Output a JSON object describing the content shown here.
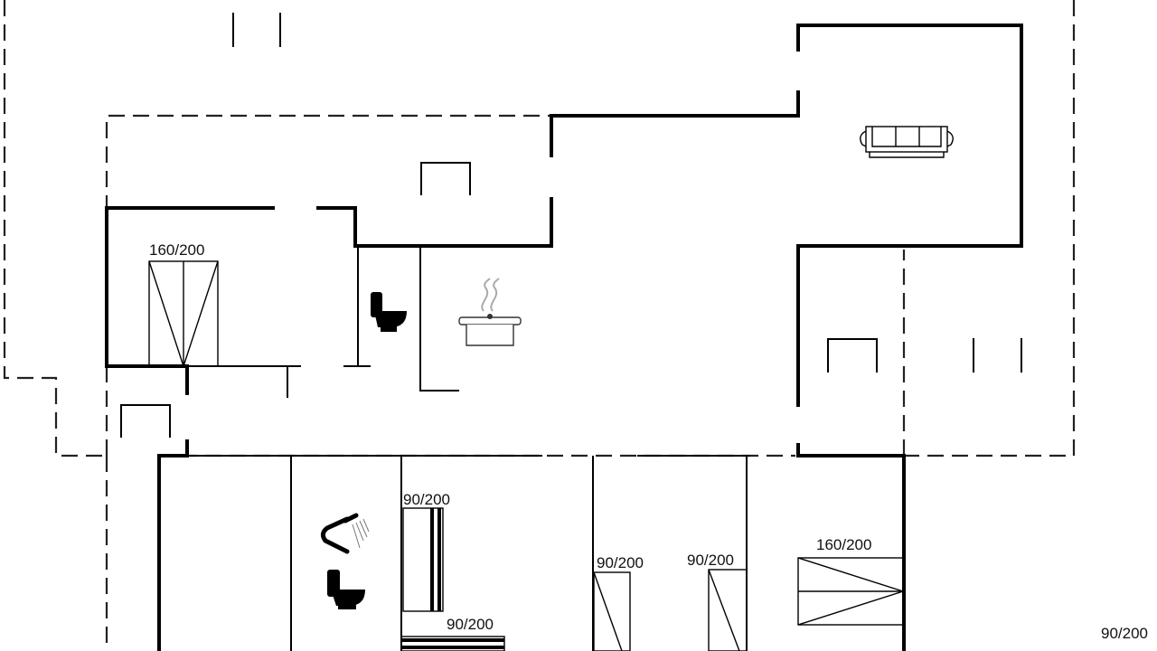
{
  "floorplan": {
    "bed_labels": {
      "bed_160_left": "160/200",
      "bed_90_bathroom_a": "90/200",
      "bed_90_bathroom_b": "90/200",
      "bed_90_room3": "90/200",
      "bed_90_room4": "90/200",
      "bed_160_right": "160/200",
      "bed_90_edge": "90/200"
    },
    "icons": [
      "sofa-icon",
      "cooking-pot-icon",
      "toilet-icon",
      "shower-icon"
    ],
    "colors": {
      "wall": "#000000",
      "background": "#ffffff"
    }
  }
}
